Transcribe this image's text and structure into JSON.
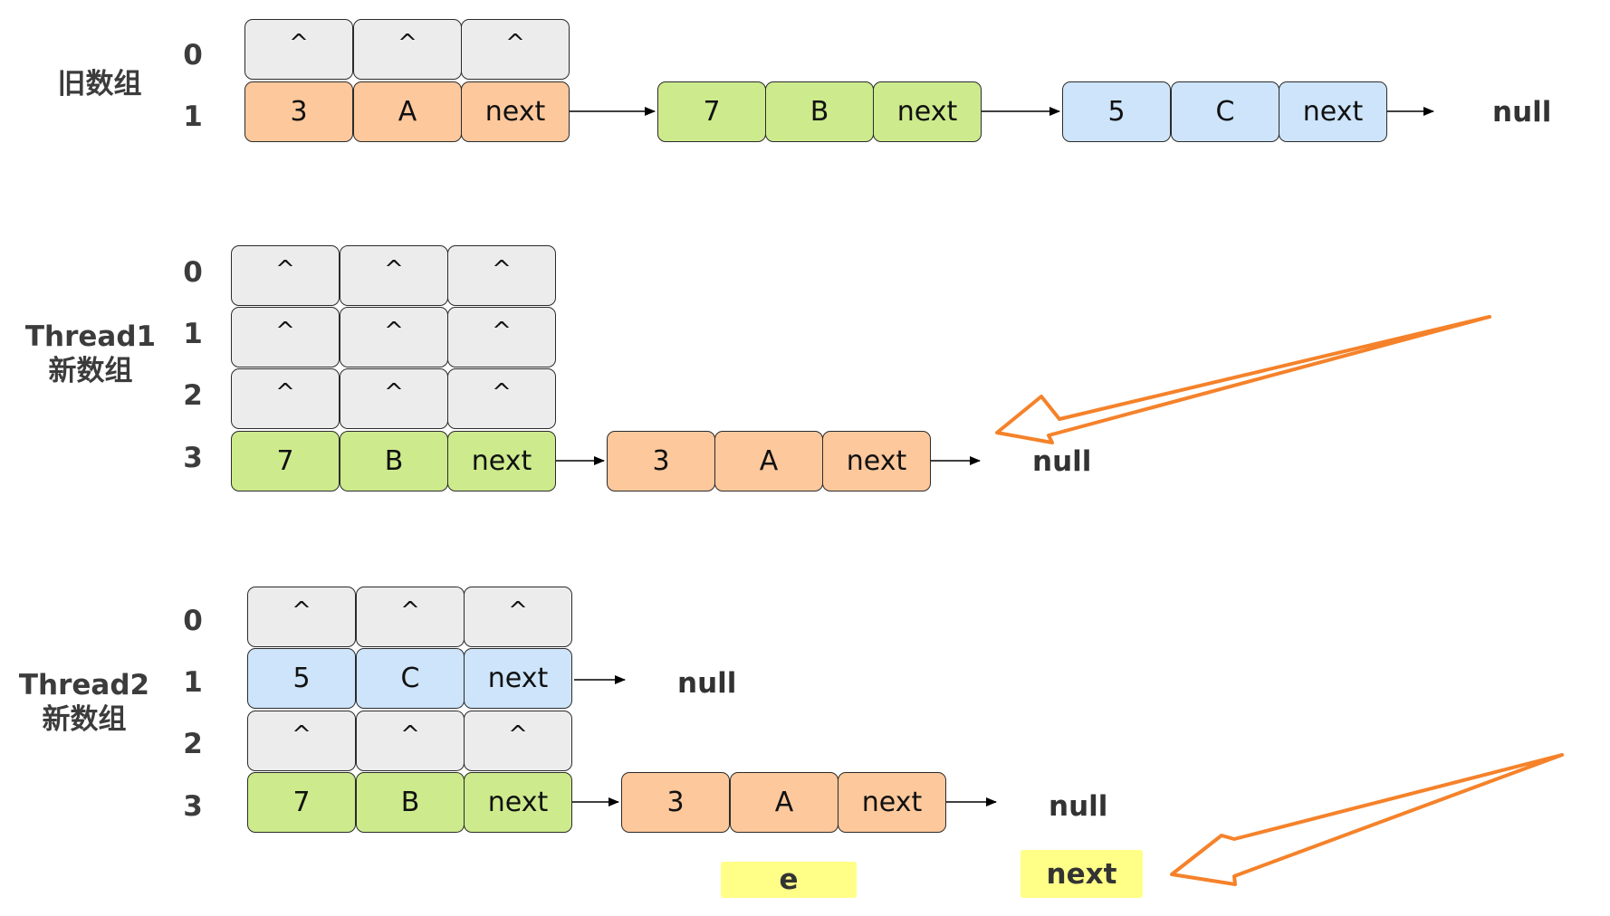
{
  "sections": [
    {
      "label": "旧数组",
      "row_indices": [
        "0",
        "1"
      ],
      "bucket_rows": [
        [
          "^",
          "^",
          "^"
        ],
        [
          "3",
          "A",
          "next"
        ]
      ],
      "chain_nodes": [
        [
          "7",
          "B",
          "next"
        ],
        [
          "5",
          "C",
          "next"
        ]
      ],
      "terminal": "null"
    },
    {
      "label": [
        "Thread1",
        "新数组"
      ],
      "row_indices": [
        "0",
        "1",
        "2",
        "3"
      ],
      "bucket_rows": [
        [
          "^",
          "^",
          "^"
        ],
        [
          "^",
          "^",
          "^"
        ],
        [
          "^",
          "^",
          "^"
        ],
        [
          "7",
          "B",
          "next"
        ]
      ],
      "chain_nodes": [
        [
          "3",
          "A",
          "next"
        ]
      ],
      "terminal": "null"
    },
    {
      "label": [
        "Thread2",
        "新数组"
      ],
      "row_indices": [
        "0",
        "1",
        "2",
        "3"
      ],
      "bucket_rows": [
        [
          "^",
          "^",
          "^"
        ],
        [
          "5",
          "C",
          "next"
        ],
        [
          "^",
          "^",
          "^"
        ],
        [
          "7",
          "B",
          "next"
        ]
      ],
      "row1_terminal": "null",
      "chain_nodes": [
        [
          "3",
          "A",
          "next"
        ]
      ],
      "terminal": "null",
      "pointer_labels": [
        "e",
        "next"
      ]
    }
  ],
  "colors": {
    "empty": "#ececec",
    "node_3A": "#fdc89c",
    "node_7B": "#cdea8d",
    "node_5C": "#cde4fa",
    "pointer_tag": "#ffff88",
    "annotation_arrow": "#f5822a"
  }
}
